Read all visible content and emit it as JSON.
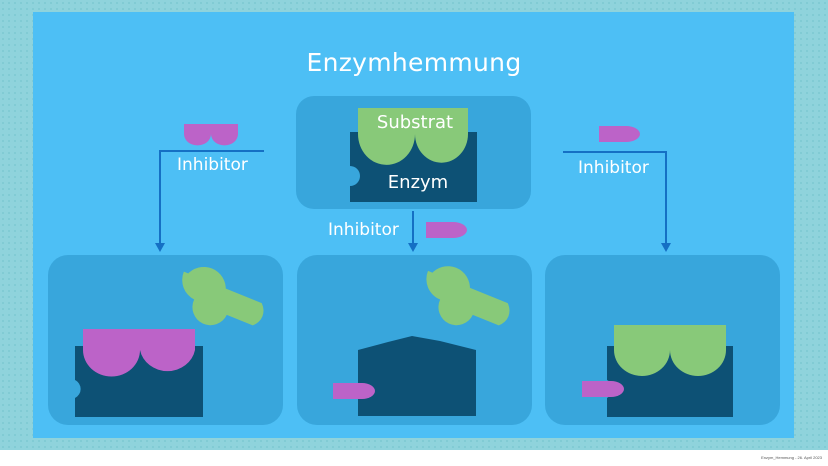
{
  "title": "Enzymhemmung",
  "center": {
    "substrate_label": "Substrat",
    "enzyme_label": "Enzym"
  },
  "inhibitor_labels": {
    "left": "Inhibitor",
    "middle": "Inhibitor",
    "right": "Inhibitor"
  },
  "footer": "Enzym_Hemmung - 26. April 2023",
  "colors": {
    "frame": "#8fd3dc",
    "panel": "#4dbff5",
    "box": "#38a6dc",
    "enzyme": "#0d5175",
    "substrate": "#88c979",
    "inhibitor": "#bc63c8",
    "arrow": "#1570c4"
  }
}
